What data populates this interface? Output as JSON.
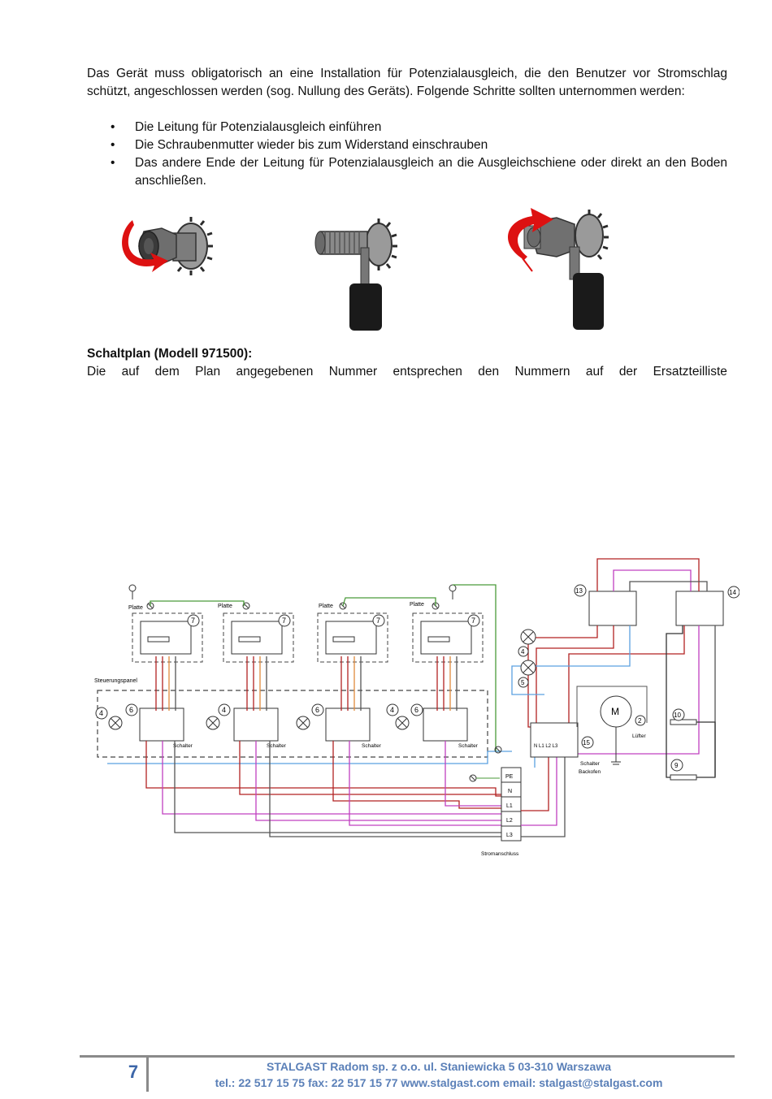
{
  "intro_text": "Das Gerät muss obligatorisch an eine Installation für Potenzialausgleich, die den Benutzer vor Stromschlag schützt, angeschlossen werden (sog. Nullung des Geräts). Folgende Schritte sollten unternommen werden:",
  "steps": [
    "Die Leitung für Potenzialausgleich einführen",
    "Die Schraubenmutter wieder bis zum Widerstand einschrauben",
    "Das andere Ende der Leitung für Potenzialausgleich an die Ausgleichschiene oder direkt an den Boden anschließen."
  ],
  "bullet_glyph": "•",
  "schematic": {
    "heading": "Schaltplan (Modell 971500):",
    "note_words": [
      "Die",
      "auf",
      "dem",
      "Plan",
      "angegebenen",
      "Nummer",
      "entsprechen",
      "den",
      "Nummern",
      "auf",
      "der",
      "Ersatzteilliste"
    ],
    "labels": {
      "platte": "Platte",
      "steuerungspanel": "Steuerungspanel",
      "schalter": "Schalter",
      "stromanschluss": "Stromanschluss",
      "luefter": "Lüfter",
      "schalter_backofen_1": "Schalter",
      "schalter_backofen_2": "Backofen",
      "motor": "M",
      "terminals": [
        "PE",
        "N",
        "L1",
        "L2",
        "L3"
      ],
      "switch15_terms": "N L1 L2 L3"
    },
    "numbers": {
      "n2": "2",
      "n4": "4",
      "n5": "5",
      "n6": "6",
      "n7": "7",
      "n9": "9",
      "n10": "10",
      "n13": "13",
      "n14": "14",
      "n15": "15"
    }
  },
  "colors": {
    "footer_accent": "#5b80b8",
    "page_number": "#3c66a8",
    "wire_red": "#b22222",
    "wire_magenta": "#c040c0",
    "wire_blue": "#5aa0e0",
    "wire_green": "#4a9a3a",
    "wire_orange": "#e08a3c",
    "wire_grey": "#555555",
    "arrow_red": "#dd1111"
  },
  "footer": {
    "page_number": "7",
    "company_line": "STALGAST Radom sp. z o.o.  ul. Staniewicka 5  03-310 Warszawa",
    "contact_line": "tel.: 22 517 15 75  fax: 22 517 15 77  www.stalgast.com  email: stalgast@stalgast.com"
  }
}
